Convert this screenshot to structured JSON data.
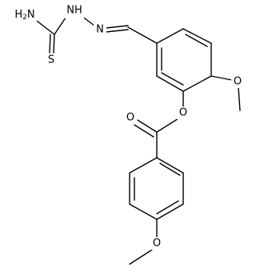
{
  "structure": {
    "atoms": {
      "n_h2": "H2N",
      "s_thio": "S",
      "n_hydrazine_h": "NH",
      "n_imine": "N",
      "o_ester_link": "O",
      "o_carbonyl": "O",
      "o_methoxy_top": "O",
      "o_methoxy_bottom": "O"
    },
    "colors": {
      "bond": "#000000",
      "label": "#000000",
      "background": "#ffffff"
    }
  }
}
